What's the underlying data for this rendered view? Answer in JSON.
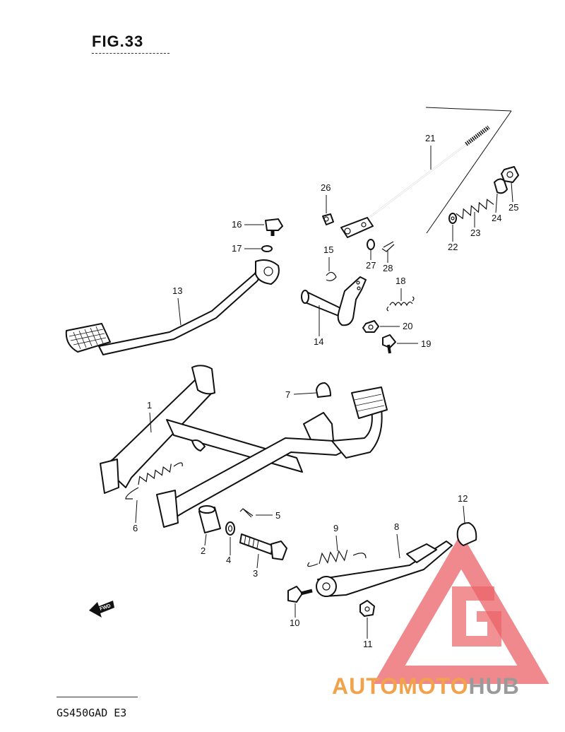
{
  "figure": {
    "title": "FIG.33",
    "model": "GS450GAD  E3"
  },
  "direction_tag": "FWD",
  "watermark": {
    "brand_part1": "AUTOMOTO",
    "brand_part2": "HUB",
    "colors": {
      "primary": "#f2a24b",
      "secondary": "#9a9a9a",
      "triangle": "#e8474c"
    }
  },
  "callouts": [
    {
      "id": "1",
      "label": "1"
    },
    {
      "id": "2",
      "label": "2"
    },
    {
      "id": "3",
      "label": "3"
    },
    {
      "id": "4",
      "label": "4"
    },
    {
      "id": "5",
      "label": "5"
    },
    {
      "id": "6",
      "label": "6"
    },
    {
      "id": "7",
      "label": "7"
    },
    {
      "id": "8",
      "label": "8"
    },
    {
      "id": "9",
      "label": "9"
    },
    {
      "id": "10",
      "label": "10"
    },
    {
      "id": "11",
      "label": "11"
    },
    {
      "id": "12",
      "label": "12"
    },
    {
      "id": "13",
      "label": "13"
    },
    {
      "id": "14",
      "label": "14"
    },
    {
      "id": "15",
      "label": "15"
    },
    {
      "id": "16",
      "label": "16"
    },
    {
      "id": "17",
      "label": "17"
    },
    {
      "id": "18",
      "label": "18"
    },
    {
      "id": "19",
      "label": "19"
    },
    {
      "id": "20",
      "label": "20"
    },
    {
      "id": "21",
      "label": "21"
    },
    {
      "id": "22",
      "label": "22"
    },
    {
      "id": "23",
      "label": "23"
    },
    {
      "id": "24",
      "label": "24"
    },
    {
      "id": "25",
      "label": "25"
    },
    {
      "id": "26",
      "label": "26"
    },
    {
      "id": "27",
      "label": "27"
    },
    {
      "id": "28",
      "label": "28"
    }
  ]
}
